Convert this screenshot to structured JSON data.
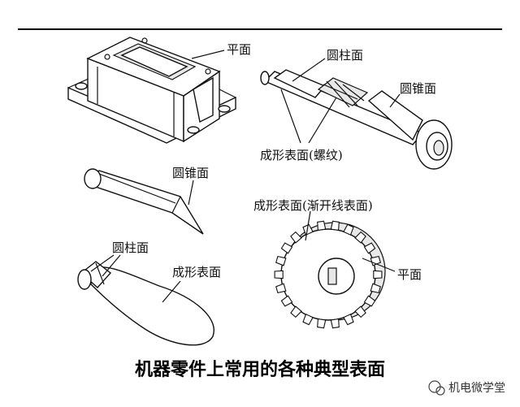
{
  "labels": {
    "block_plane": "平面",
    "shaft_cylinder": "圆柱面",
    "shaft_cone": "圆锥面",
    "shaft_thread": "成形表面(螺纹)",
    "pin_cone": "圆锥面",
    "gear_involute": "成形表面(渐开线表面)",
    "handle_cylinder": "圆柱面",
    "handle_formed": "成形表面",
    "gear_plane": "平面"
  },
  "caption": "机器零件上常用的各种典型表面",
  "watermark": "机电微学堂",
  "icons": {
    "watermark": "wechat-icon"
  }
}
